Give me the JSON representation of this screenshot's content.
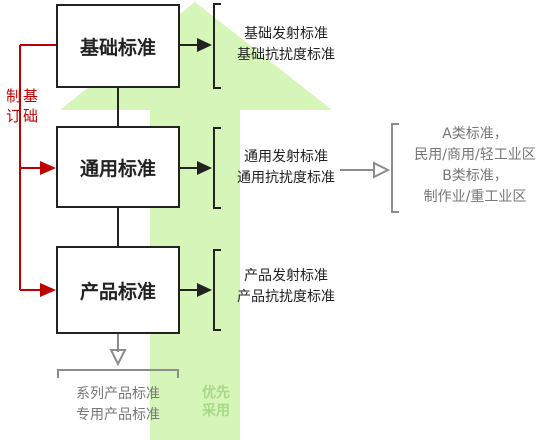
{
  "standards": {
    "basic": {
      "title": "基础标准",
      "items": [
        "基础发射标准",
        "基础抗扰度标准"
      ]
    },
    "generic": {
      "title": "通用标准",
      "items": [
        "通用发射标准",
        "通用抗扰度标准"
      ]
    },
    "product": {
      "title": "产品标准",
      "items": [
        "产品发射标准",
        "产品抗扰度标准"
      ]
    }
  },
  "classes": {
    "class_a": [
      "A类标准，",
      "民用/商用/轻工业区"
    ],
    "class_b": [
      "B类标准，",
      "制作业/重工业区"
    ]
  },
  "product_series": [
    "系列产品标准",
    "专用产品标准"
  ],
  "foundation_label": [
    "制",
    "订",
    "基",
    "础"
  ],
  "priority_label": [
    "优先",
    "采用"
  ],
  "colors": {
    "box_border": "#222222",
    "arrow_green": "#d6f5b8",
    "foundation_red": "#c00000",
    "gray": "#8c8c8c"
  }
}
